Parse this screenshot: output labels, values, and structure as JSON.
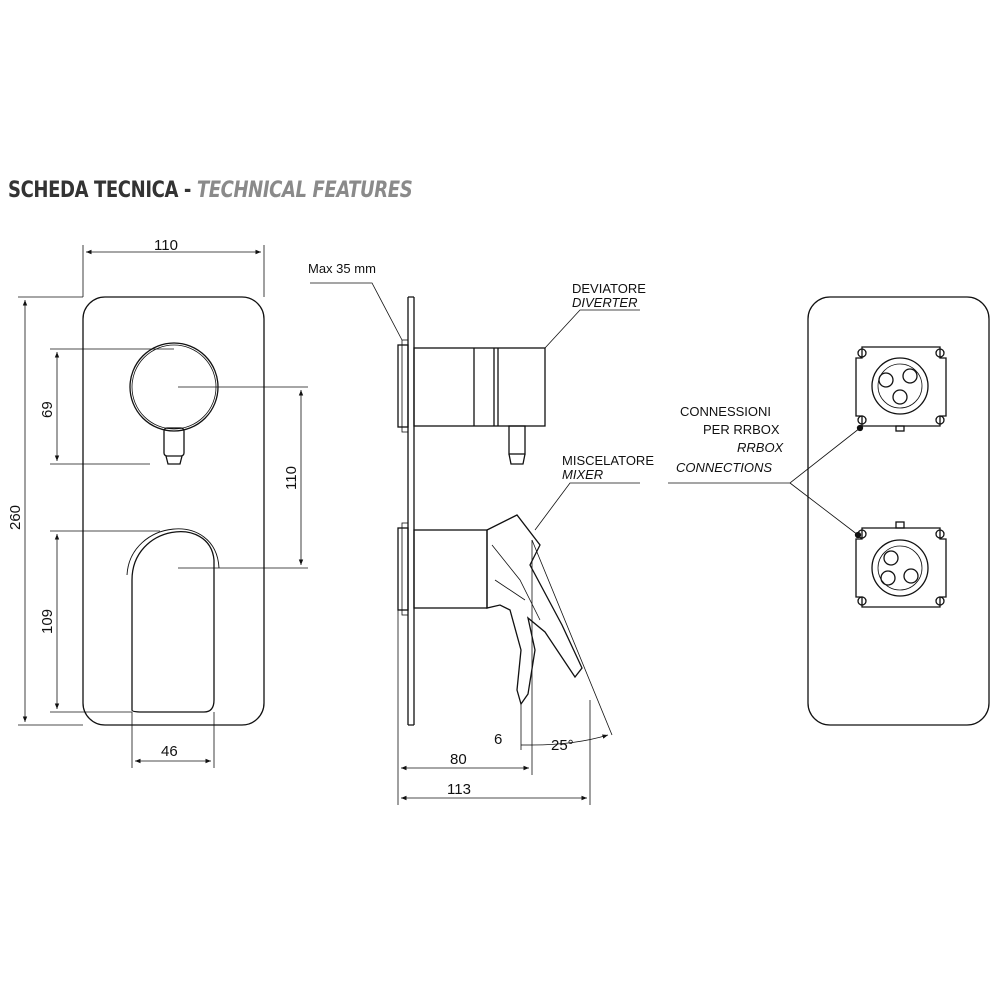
{
  "header": {
    "title_it": "SCHEDA TECNICA",
    "separator": "-",
    "title_en": "TECHNICAL FEATURES"
  },
  "front_view": {
    "width_top": "110",
    "height_total": "260",
    "upper_offset": "69",
    "lower_offset": "109",
    "center_distance": "110",
    "handle_width": "46"
  },
  "side_view": {
    "max_wall": "Max 35 mm",
    "diverter_it": "DEVIATORE",
    "diverter_en": "DIVERTER",
    "mixer_it": "MISCELATORE",
    "mixer_en": "MIXER",
    "dim_6": "6",
    "dim_80": "80",
    "dim_113": "113",
    "angle": "25°"
  },
  "back_view": {
    "conn_line1": "CONNESSIONI",
    "conn_line2": "PER RRBOX",
    "conn_line3": "RRBOX",
    "conn_line4": "CONNECTIONS"
  },
  "colors": {
    "line": "#111111",
    "title": "#333333",
    "title_accent": "#8a8a8a"
  }
}
